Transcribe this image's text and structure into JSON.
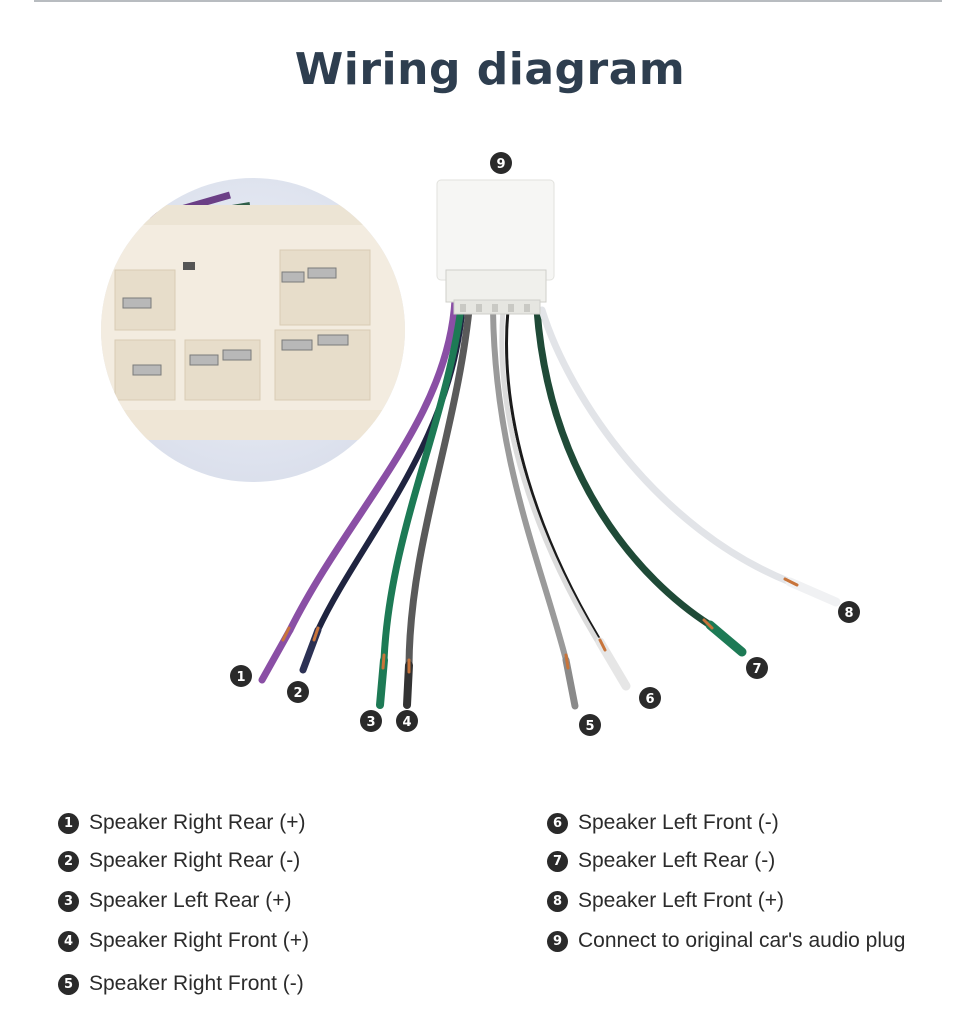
{
  "title": "Wiring diagram",
  "markers": [
    "1",
    "2",
    "3",
    "4",
    "5",
    "6",
    "7",
    "8",
    "9"
  ],
  "wire_colors": {
    "purple": "#8a4fa5",
    "navy": "#1f2440",
    "green": "#1d7a55",
    "gray": "#5a5a5a",
    "light_gray": "#9a9a9a",
    "white": "#ecedef",
    "dark_green": "#1f4a37",
    "copper": "#c8743a"
  },
  "legend": [
    {
      "num": "1",
      "text": "Speaker Right Rear (+)"
    },
    {
      "num": "2",
      "text": "Speaker Right Rear (-)"
    },
    {
      "num": "3",
      "text": "Speaker Left Rear (+)"
    },
    {
      "num": "4",
      "text": "Speaker Right Front (+)"
    },
    {
      "num": "5",
      "text": "Speaker Right Front (-)"
    },
    {
      "num": "6",
      "text": "Speaker Left Front (-)"
    },
    {
      "num": "7",
      "text": "Speaker Left Rear (-)"
    },
    {
      "num": "8",
      "text": "Speaker Left Front (+)"
    },
    {
      "num": "9",
      "text": "Connect to original car's audio plug"
    }
  ]
}
